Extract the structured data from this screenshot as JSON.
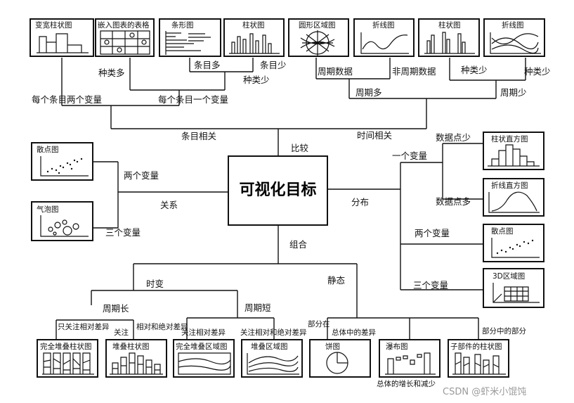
{
  "center_title": "可视化目标",
  "branch_labels": {
    "compare": "比较",
    "item_related": "条目相关",
    "time_related": "时间相关",
    "relation": "关系",
    "distribution": "分布",
    "composition": "组合"
  },
  "compare_labels": {
    "two_vars_per_item": "每个条目两个变量",
    "one_var_per_item": "每个条目一个变量",
    "many_categories": "种类多",
    "many_items": "条目多",
    "few_items": "条目少",
    "few_categories": "种类少",
    "cyclic_data": "周期数据",
    "non_cyclic_data": "非周期数据",
    "few_categories_2": "种类少",
    "many_categories_2": "种类少",
    "many_periods": "周期多",
    "few_periods": "周期少"
  },
  "relation_labels": {
    "two_vars": "两个变量",
    "three_vars": "三个变量"
  },
  "distribution_labels": {
    "one_var": "一个变量",
    "few_points": "数据点少",
    "many_points": "数据点多",
    "two_vars": "两个变量",
    "three_vars": "三个变量"
  },
  "composition_labels": {
    "time_varying": "时变",
    "static": "静态",
    "long_period": "周期长",
    "short_period": "周期短",
    "relative_only": "只关注相对差异",
    "relative_absolute": "相对和绝对差异",
    "focus_left": "关注",
    "focus_relative": "关注相对差异",
    "relative_absolute_2": "关注相对和绝对差异",
    "part_of": "部分在",
    "diff_in_total": "总体中的差异",
    "part_of_part": "部分中的部分",
    "total_growth": "总体的增长和减少"
  },
  "charts": {
    "variable_width_column": "变宽柱状图",
    "embedded_table": "嵌入图表的表格",
    "bar": "条形图",
    "column_1": "柱状图",
    "circular_area": "圆形区域图",
    "line_1": "折线图",
    "column_2": "柱状图",
    "line_2": "折线图",
    "scatter_left": "散点图",
    "bubble": "气泡图",
    "column_histogram": "柱状直方图",
    "line_histogram": "折线直方图",
    "scatter_right": "散点图",
    "area_3d": "3D区域图",
    "stacked_100_column": "完全堆叠柱状图",
    "stacked_column": "堆叠柱状图",
    "stacked_100_area": "完全堆叠区域图",
    "stacked_area": "堆叠区域图",
    "pie": "饼图",
    "waterfall": "瀑布图",
    "subcomponent_column": "子部件的柱状图"
  },
  "watermark": "CSDN @虾米小馄饨"
}
